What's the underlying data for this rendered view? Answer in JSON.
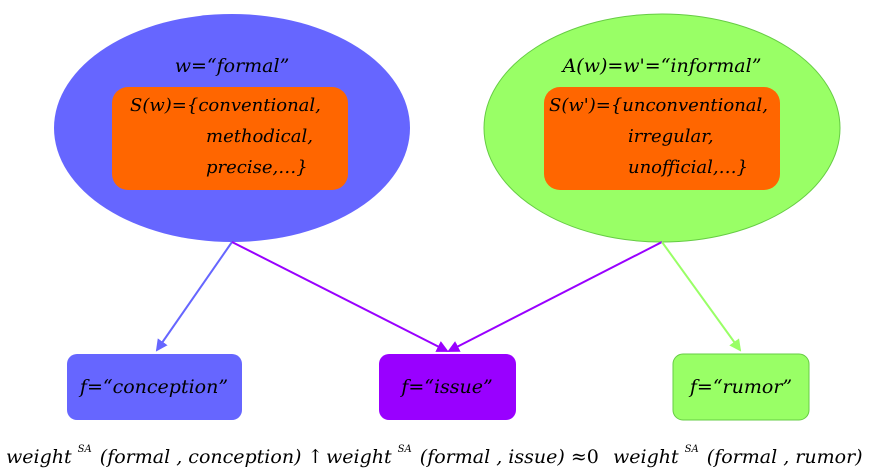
{
  "colors": {
    "blue": "#6666ff",
    "green": "#99ff66",
    "orange": "#ff6600",
    "purple": "#9900ff",
    "black": "#000000"
  },
  "left_concept": {
    "word": "w=“formal”",
    "synonyms": {
      "line1": "S(w)={conventional,",
      "line2": "methodical,",
      "line3": "precise,…}"
    }
  },
  "right_concept": {
    "word": "A(w)=w'=“informal”",
    "synonyms": {
      "line1": "S(w')={unconventional,",
      "line2": "irregular,",
      "line3": "unofficial,…}"
    }
  },
  "features": [
    {
      "label": "f=“conception”"
    },
    {
      "label": "f=“issue”"
    },
    {
      "label": "f=“rumor”"
    }
  ],
  "captions": [
    {
      "base": "weight",
      "sup": "SA",
      "args": "(formal , conception)",
      "indicator": "↑"
    },
    {
      "base": "weight",
      "sup": "SA",
      "args": "(formal , issue)",
      "indicator": "≈0"
    },
    {
      "base": "weight",
      "sup": "SA",
      "args": "(formal , rumor)",
      "indicator": "↓"
    }
  ]
}
